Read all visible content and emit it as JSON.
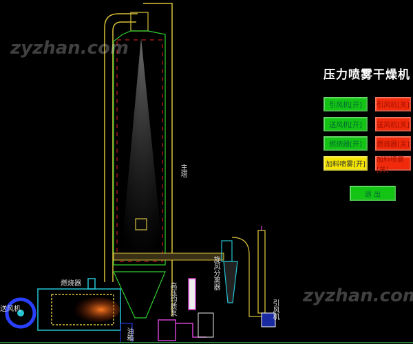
{
  "title": "压力喷雾干燥机",
  "watermark": "zyzhan.com",
  "buttons": {
    "on": [
      "引风机[开]",
      "送风机[开]",
      "燃烧器[开]",
      "加料喷雾[开]"
    ],
    "off": [
      "引风机[关]",
      "送风机[关]",
      "燃烧器[关]",
      "加料喷雾[关]"
    ],
    "exit": "退 出"
  },
  "labels": {
    "main_tower": "主塔",
    "burner": "燃烧器",
    "blower": "送风机",
    "oil_tank": "油箱",
    "pump": "高压均质泵",
    "cyclone": "旋风分离器",
    "induced_fan": "引风机"
  },
  "colors": {
    "on": "#14c414",
    "off": "#f02a0a",
    "feed_on": "#f5e600"
  }
}
